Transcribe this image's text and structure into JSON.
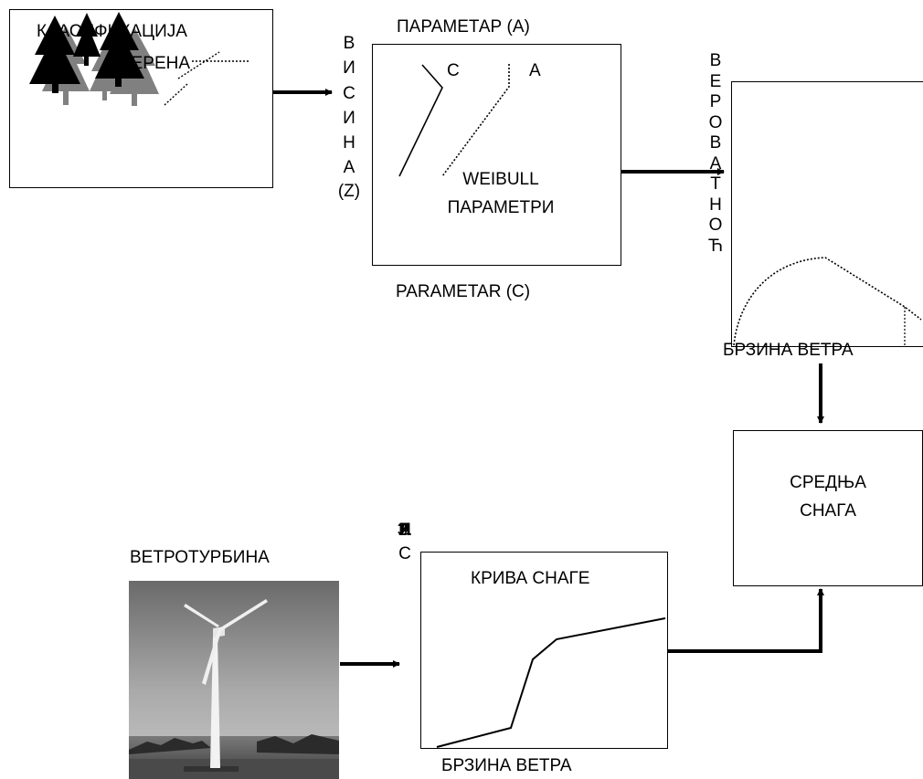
{
  "terrain": {
    "label_line1": "КЛАСИФИКАЦИЈА",
    "label_line2": "ТЕРЕНА",
    "icon": "trees-icon"
  },
  "height_axis": {
    "letters": [
      "В",
      "И",
      "С",
      "И",
      "Н",
      "А",
      "(Z)"
    ]
  },
  "weibull": {
    "top_label": "ПАРАМЕТАР (А)",
    "bottom_label": "PARAMETAR (C)",
    "curve_c_label": "C",
    "curve_a_label": "A",
    "center_line1": "WEIBULL",
    "center_line2": "ПАРАМЕТРИ"
  },
  "probability": {
    "axis_letters": [
      "В",
      "Е",
      "Р",
      "О",
      "В",
      "А",
      "Т",
      "Н",
      "О",
      "Ћ"
    ],
    "x_label": "БРЗИНА ВЕТРА"
  },
  "mean_power": {
    "line1": "СРЕДЊА",
    "line2": "СНАГА"
  },
  "turbine": {
    "label": "ВЕТРОТУРБИНА",
    "icon": "wind-turbine-photo"
  },
  "output_axis": {
    "letters": [
      "И",
      "З",
      "Л",
      "А",
      "З.",
      "С",
      "Н",
      "А",
      "Г",
      "А"
    ]
  },
  "power_curve": {
    "title": "КРИВА СНАГЕ",
    "x_label": "БРЗИНА ВЕТРА"
  }
}
